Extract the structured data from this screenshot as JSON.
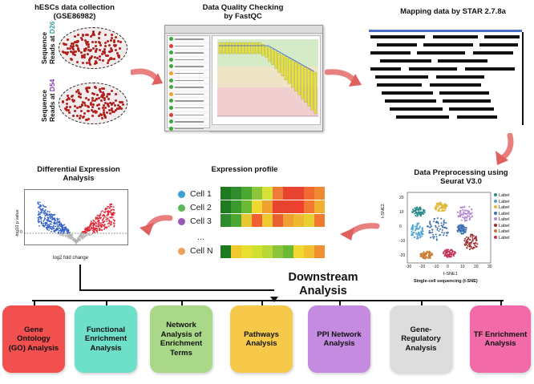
{
  "section1": {
    "title_line1": "hESCs data collection",
    "title_line2": "(GSE86982)",
    "label_top_a": "Sequence",
    "label_top_b": "Reads at",
    "label_top_c": "D26",
    "label_bot_a": "Sequence",
    "label_bot_b": "Reads at",
    "label_bot_c": "D54"
  },
  "section2": {
    "title_line1": "Data Quality Checking",
    "title_line2": "by FastQC"
  },
  "section3": {
    "title": "Mapping data by STAR 2.7.8a"
  },
  "section4": {
    "title_line1": "Data Preprocessing using",
    "title_line2": "Seurat V3.0",
    "ylabel": "t-SNE2",
    "xlabel": "t-SNE1",
    "caption": "Single-cell sequencing (t-SNE)",
    "legend_label": "Label",
    "legend_colors": [
      "#2b8c8c",
      "#4aa3d4",
      "#e0b93a",
      "#3d6fb3",
      "#b48ad6",
      "#9c2727",
      "#c97a2e",
      "#c4345a"
    ],
    "xticks": [
      "-30",
      "-20",
      "-10",
      "0",
      "10",
      "20",
      "30"
    ],
    "yticks": [
      "20",
      "10",
      "0",
      "-10",
      "-20"
    ]
  },
  "section5": {
    "title": "Expression profile",
    "cells": [
      "Cell 1",
      "Cell 2",
      "Cell 3",
      "...",
      "Cell N"
    ],
    "cell_colors": [
      "#3aa0d8",
      "#5cb85c",
      "#9b59b6",
      "",
      "#f0a05a"
    ],
    "heatmap": [
      [
        "#1e7a1e",
        "#2e8c2e",
        "#4aa832",
        "#8cc43a",
        "#d8e03a",
        "#f07a3a",
        "#e8432e",
        "#e8432e",
        "#f06a32",
        "#f08a30"
      ],
      [
        "#1e7a1e",
        "#3a9a2e",
        "#6cba34",
        "#f0d830",
        "#f0a030",
        "#e8432e",
        "#e8432e",
        "#f04030",
        "#f07a30",
        "#f0b030"
      ],
      [
        "#2e8c2e",
        "#4aa832",
        "#e8c830",
        "#f06030",
        "#f0c830",
        "#e86030",
        "#f0a030",
        "#f0b830",
        "#e8d030",
        "#f07a30"
      ],
      [
        "#1e7a1e",
        "#f0c830",
        "#e8e030",
        "#d0e030",
        "#b8d838",
        "#8cc43a",
        "#6cba34",
        "#f0d830",
        "#f0c030",
        "#f09030"
      ]
    ]
  },
  "section6": {
    "title_line1": "Differential Expression",
    "title_line2": "Analysis",
    "ylabel": "-log10 p value",
    "xlabel": "log2 fold change",
    "ytick": "0"
  },
  "downstream": {
    "title_line1": "Downstream",
    "title_line2": "Analysis"
  },
  "analyses": [
    {
      "line1": "Gene",
      "line2": "Ontology",
      "line3": "(GO) Analysis",
      "color": "#f24f4f"
    },
    {
      "line1": "Functional",
      "line2": "Enrichment",
      "line3": "Analysis",
      "color": "#6ee0c9"
    },
    {
      "line1": "Network",
      "line2": "Analysis of",
      "line3": "Enrichment",
      "line4": "Terms",
      "color": "#a8d888"
    },
    {
      "line1": "Pathways",
      "line2": "Analysis",
      "line3": "",
      "color": "#f6c94a"
    },
    {
      "line1": "PPI Network",
      "line2": "Analysis",
      "line3": "",
      "color": "#c48be0"
    },
    {
      "line1": "Gene-",
      "line2": "Regulatory",
      "line3": "Analysis",
      "color": "#dddddd"
    },
    {
      "line1": "TF Enrichment",
      "line2": "Analysis",
      "line3": "",
      "color": "#f26aa8"
    }
  ]
}
